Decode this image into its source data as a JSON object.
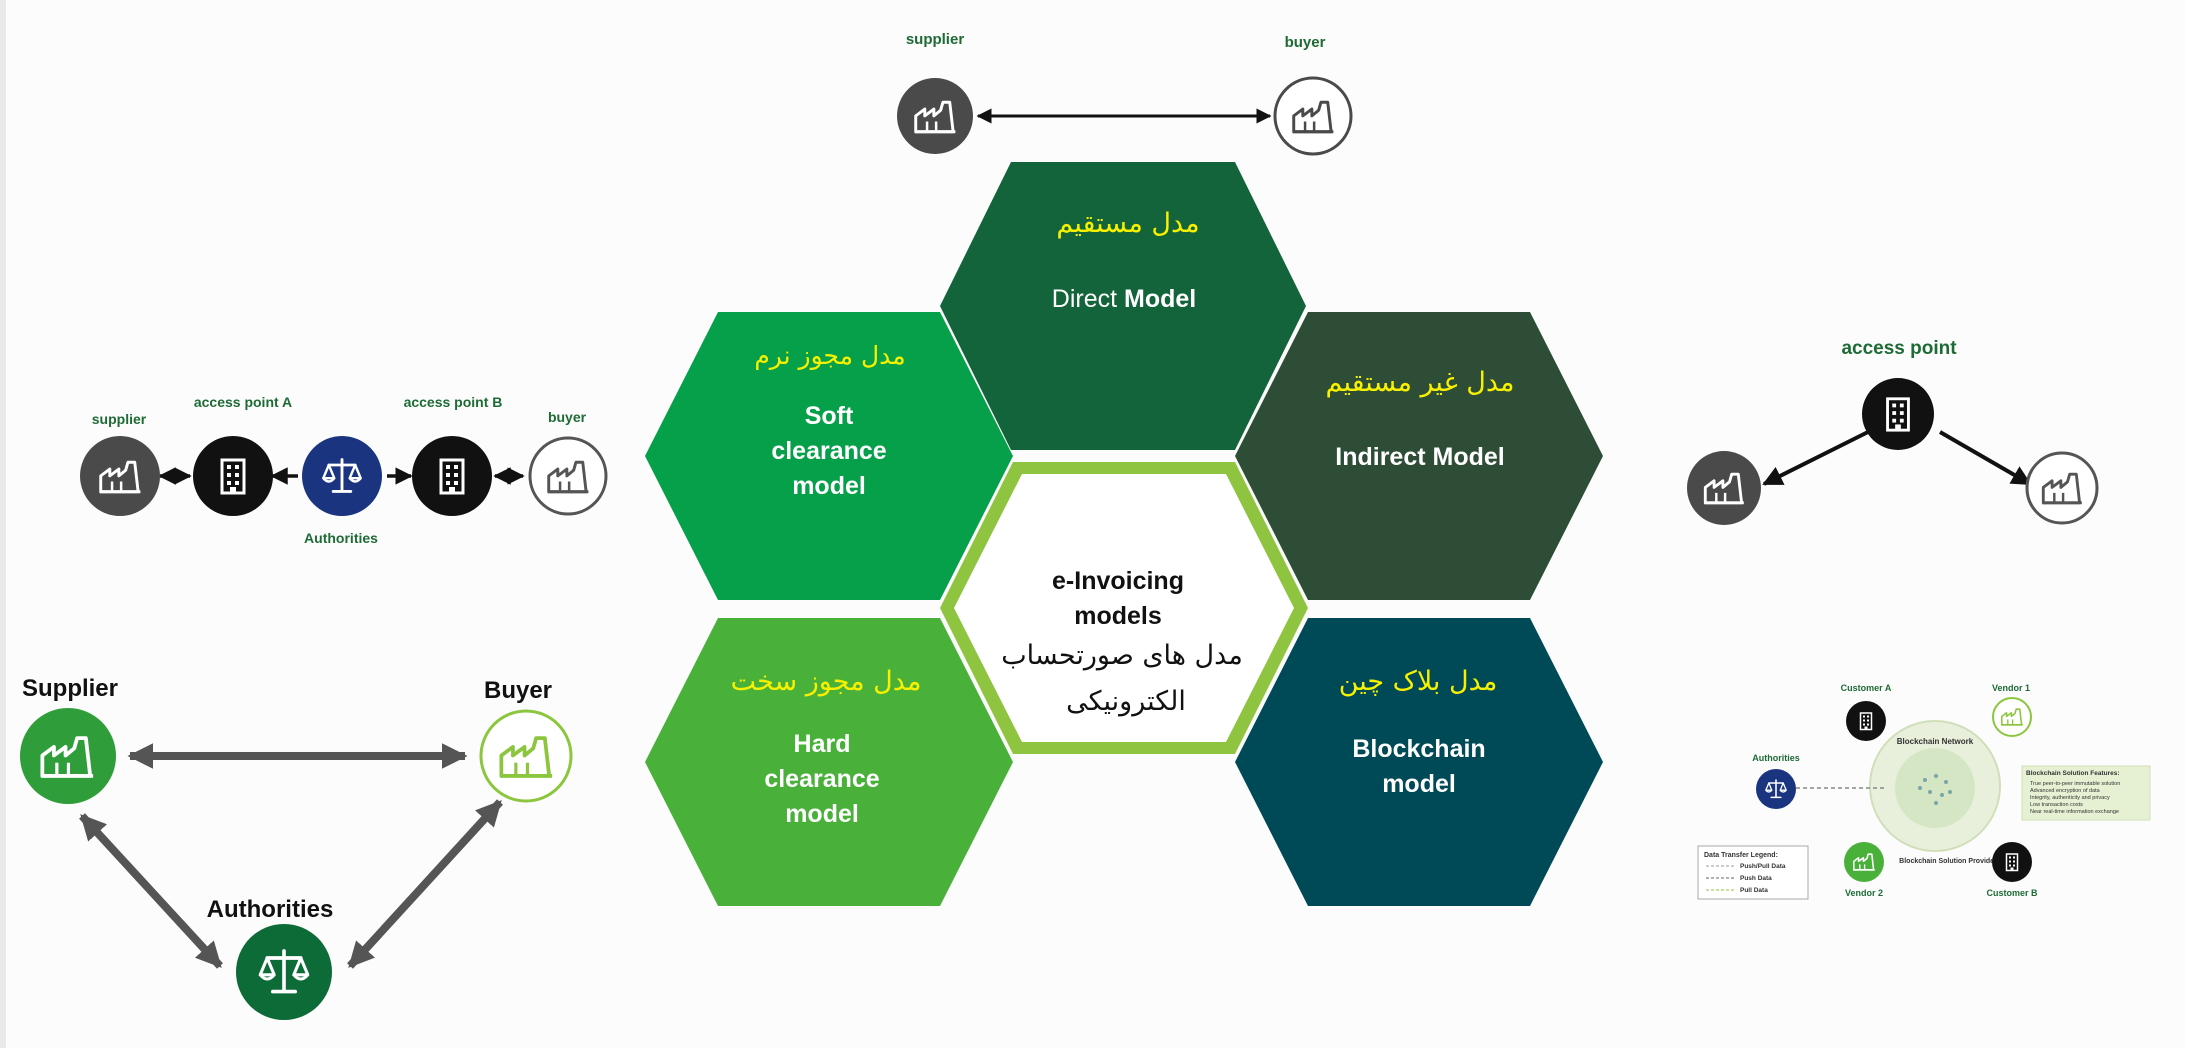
{
  "colors": {
    "label_green": "#1e6b35",
    "yellow": "#f7f100",
    "dark_gray": "#4a4a4a",
    "black": "#111111",
    "navy": "#1a3480",
    "bright_green": "#2f9e3a",
    "light_green": "#8cc63f",
    "dark_green": "#0d6b37",
    "arrow_gray": "#555555",
    "hex_direct": "#13643a",
    "hex_soft": "#06a04a",
    "hex_indirect": "#2d4d36",
    "hex_hard": "#49b139",
    "hex_blockchain": "#004a57",
    "hex_center_border": "#8fc440"
  },
  "direct_diagram": {
    "supplier": "supplier",
    "buyer": "buyer"
  },
  "chain_diagram": {
    "supplier": "supplier",
    "access_point_a": "access point A",
    "access_point_b": "access point B",
    "buyer": "buyer",
    "authorities": "Authorities"
  },
  "access_point_diagram": {
    "title": "access point"
  },
  "triangle_diagram": {
    "supplier": "Supplier",
    "buyer": "Buyer",
    "authorities": "Authorities"
  },
  "hexagons": {
    "direct": {
      "fa": "مدل مستقیم",
      "en_light": "Direct ",
      "en_bold": "Model"
    },
    "soft": {
      "fa": "مدل مجوز نرم",
      "lines": [
        "Soft",
        "clearance",
        "model"
      ]
    },
    "indirect": {
      "fa": "مدل غیر مستقیم",
      "en": "Indirect Model"
    },
    "hard": {
      "fa": "مدل مجوز سخت",
      "lines": [
        "Hard",
        "clearance",
        "model"
      ]
    },
    "blockchain": {
      "fa": "مدل بلاک چین",
      "lines": [
        "Blockchain",
        "model"
      ]
    },
    "center": {
      "en_lines": [
        "e-Invoicing",
        "models"
      ],
      "fa_lines": [
        "مدل های صورتحساب",
        "الکترونیکی"
      ]
    }
  },
  "blockchain_diagram": {
    "customer_a": "Customer A",
    "vendor_1": "Vendor 1",
    "authorities": "Authorities",
    "network": "Blockchain Network",
    "provider": "Blockchain Solution Provider",
    "vendor_2": "Vendor 2",
    "customer_b": "Customer B",
    "features_title": "Blockchain Solution Features:",
    "features": [
      "True peer-to-peer immutable solution",
      "Advanced encryption of data",
      "Integrity, authenticity and privacy",
      "Low transaction costs",
      "Near real-time information exchange"
    ],
    "legend_title": "Data Transfer Legend:",
    "legend_items": [
      "Push/Pull Data",
      "Push Data",
      "Pull Data"
    ]
  }
}
